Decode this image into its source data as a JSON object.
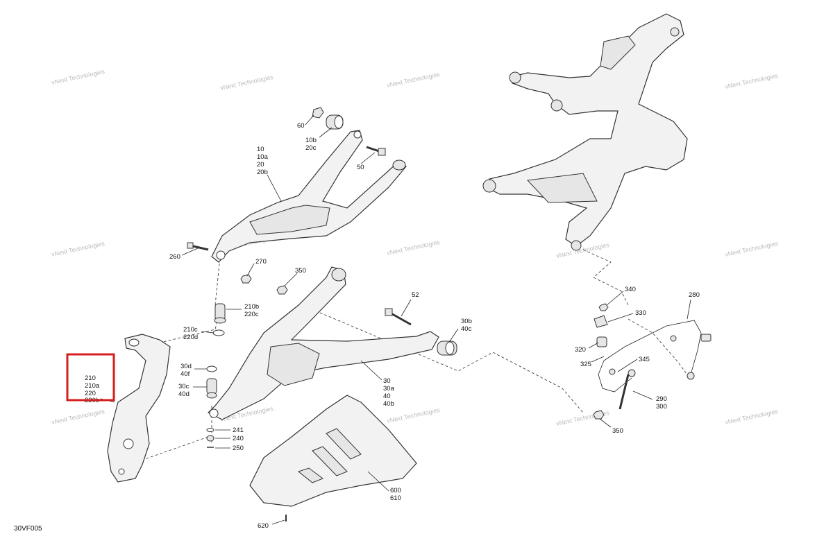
{
  "figure_code": "30VF005",
  "watermark": "vNext Technologies",
  "highlight_color": "#d41e1e",
  "callouts": {
    "c60": "60",
    "c10b": "10b",
    "c20c": "20c",
    "c50": "50",
    "c10": "10",
    "c10a": "10a",
    "c20": "20",
    "c20b": "20b",
    "c260": "260",
    "c270": "270",
    "c350a": "350",
    "c52": "52",
    "c210b": "210b",
    "c220c": "220c",
    "c210c": "210c",
    "c220d": "220d",
    "c30b": "30b",
    "c40c": "40c",
    "c30d": "30d",
    "c40f": "40f",
    "c30c": "30c",
    "c40d": "40d",
    "c30": "30",
    "c30a": "30a",
    "c40": "40",
    "c40b": "40b",
    "c241": "241",
    "c240": "240",
    "c250": "250",
    "c210": "210",
    "c210a": "210a",
    "c220": "220",
    "c220b": "220b",
    "c600": "600",
    "c610": "610",
    "c620": "620",
    "c340": "340",
    "c330": "330",
    "c280": "280",
    "c320": "320",
    "c325": "325",
    "c345": "345",
    "c290": "290",
    "c300": "300",
    "c350b": "350"
  }
}
